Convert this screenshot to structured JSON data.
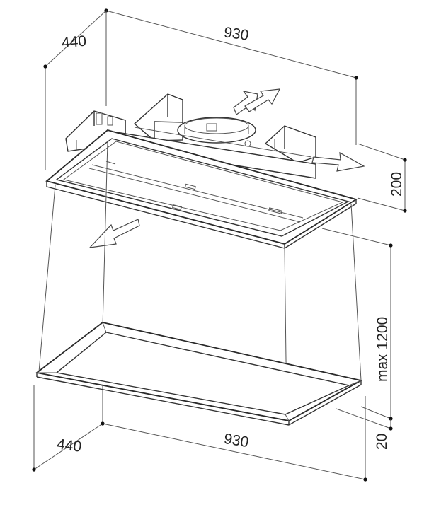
{
  "dimensions": {
    "top_depth": "440",
    "top_width": "930",
    "top_height": "200",
    "max_height": "max 1200",
    "bottom_depth": "440",
    "bottom_width": "930",
    "bottom_frame_height": "20"
  }
}
